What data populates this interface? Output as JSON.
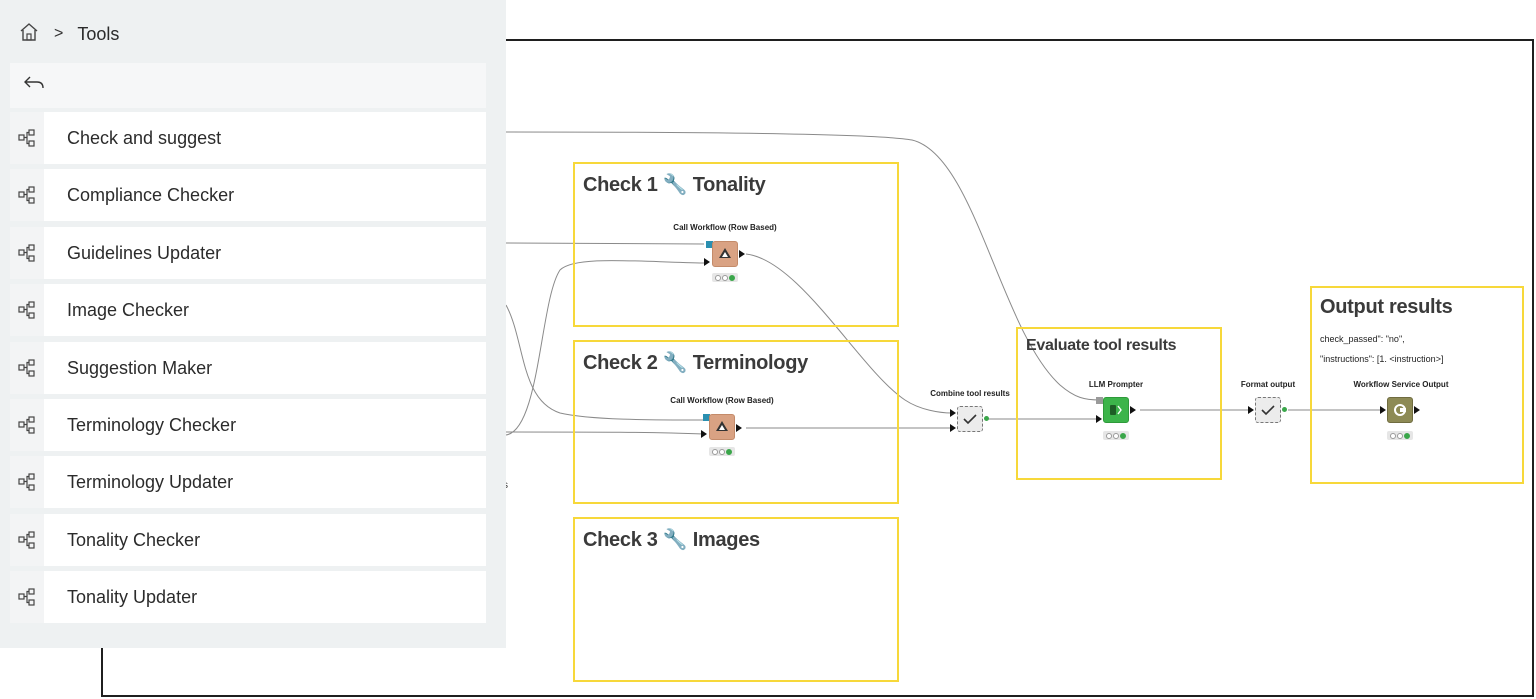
{
  "breadcrumb": {
    "home_icon": "home-icon",
    "separator": ">",
    "current": "Tools"
  },
  "back": {
    "icon": "back-arrow-icon"
  },
  "tools": [
    {
      "label": "Check and suggest",
      "icon": "workflow-icon"
    },
    {
      "label": "Compliance Checker",
      "icon": "workflow-icon"
    },
    {
      "label": "Guidelines Updater",
      "icon": "workflow-icon"
    },
    {
      "label": "Image Checker",
      "icon": "workflow-icon"
    },
    {
      "label": "Suggestion Maker",
      "icon": "workflow-icon"
    },
    {
      "label": "Terminology Checker",
      "icon": "workflow-icon"
    },
    {
      "label": "Terminology Updater",
      "icon": "workflow-icon"
    },
    {
      "label": "Tonality Checker",
      "icon": "workflow-icon"
    },
    {
      "label": "Tonality Updater",
      "icon": "workflow-icon"
    }
  ],
  "fragment": "s",
  "annotations": {
    "check1": "Check 1 🔧 Tonality",
    "check2": "Check 2 🔧 Terminology",
    "check3": "Check 3 🔧 Images",
    "evaluate": "Evaluate tool results",
    "output": "Output results",
    "output_line1": "check_passed\": \"no\",",
    "output_line2": "\"instructions\": [1. <instruction>]"
  },
  "nodes": {
    "call1": "Call Workflow (Row Based)",
    "call2": "Call Workflow (Row Based)",
    "combine": "Combine tool results",
    "llm": "LLM Prompter",
    "format": "Format output",
    "service_output": "Workflow Service Output"
  },
  "colors": {
    "annotation_border": "#f7d83a",
    "call_node": "#d9a283",
    "llm_node": "#3cb44a",
    "output_node": "#8d8a55",
    "panel_bg": "#eef1f2"
  }
}
